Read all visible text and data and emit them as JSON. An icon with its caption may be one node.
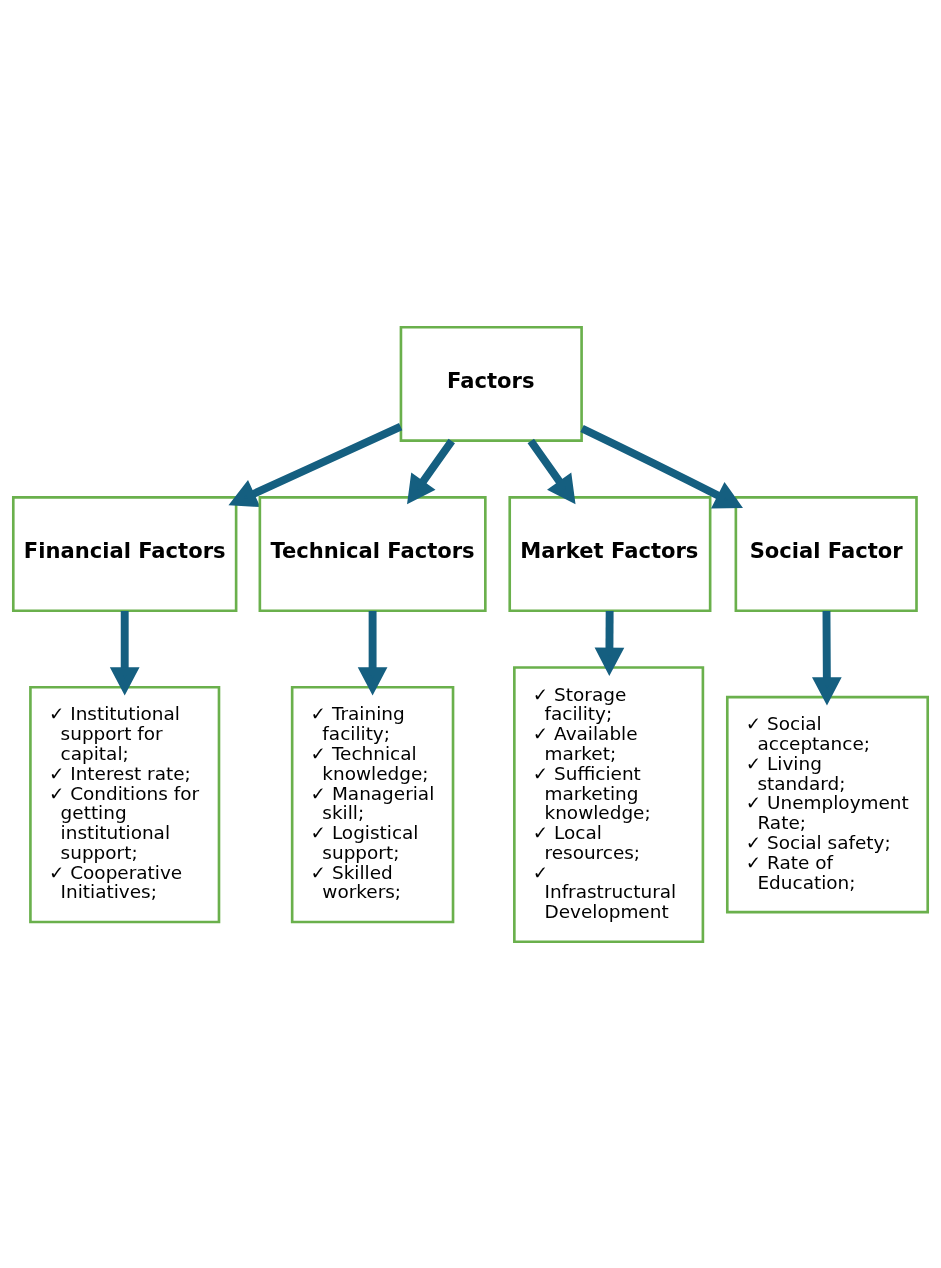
{
  "diagram": {
    "nodes": [
      {
        "text": [
          "Factors"
        ]
      },
      {
        "text": [
          "Financial Factors"
        ]
      },
      {
        "text": [
          "Technical Factors"
        ]
      },
      {
        "text": [
          "Market Factors"
        ]
      },
      {
        "text": [
          "Social Factor"
        ]
      },
      {
        "text": [
          "✓ Institutional support for capital;",
          "✓ Interest rate;",
          "✓ Conditions for getting institutional support;",
          "✓ Cooperative Initiatives;"
        ]
      },
      {
        "text": [
          "✓ Training facility;",
          "✓ Technical knowledge;",
          "✓ Managerial skill;",
          "✓ Logistical support;",
          "✓ Skilled workers;"
        ]
      },
      {
        "text": [
          "✓ Storage facility;",
          "✓ Available market;",
          "✓ Sufficient marketing knowledge;",
          "✓ Local resources;",
          "✓ Infrastructural Development"
        ]
      },
      {
        "text": [
          "✓ Social acceptance;",
          "✓ Living standard;",
          "✓ Unemployment Rate;",
          "✓ Social safety;",
          "✓ Rate of Education;"
        ]
      }
    ],
    "edges": [
      {
        "from": 0,
        "to": 1,
        "arrow": "to"
      },
      {
        "from": 0,
        "to": 2,
        "arrow": "to"
      },
      {
        "from": 0,
        "to": 3,
        "arrow": "to"
      },
      {
        "from": 0,
        "to": 4,
        "arrow": "to"
      },
      {
        "from": 1,
        "to": 5,
        "arrow": "to"
      },
      {
        "from": 2,
        "to": 6,
        "arrow": "to"
      },
      {
        "from": 3,
        "to": 7,
        "arrow": "to"
      },
      {
        "from": 4,
        "to": 8,
        "arrow": "to"
      }
    ]
  }
}
